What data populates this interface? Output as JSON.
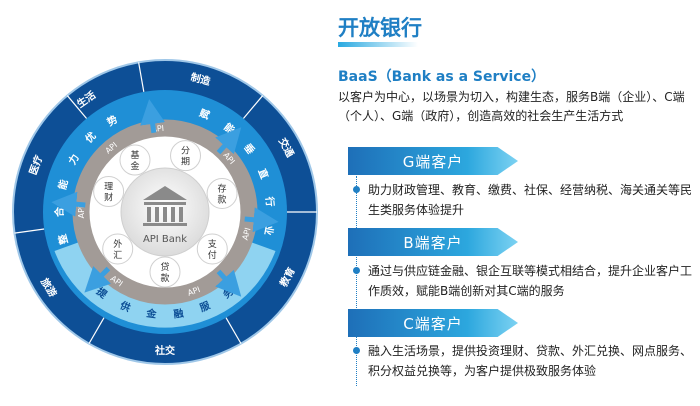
{
  "title": "开放银行",
  "subtitle": "BaaS（Bank as a Service）",
  "intro": "以客户为中心，以场景为切入，构建生态，服务B端（企业）、C端（个人）、G端（政府），创造高效的社会生产生活方式",
  "sections": [
    {
      "heading": "G端客户",
      "text": "助力财政管理、教育、缴费、社保、经营纳税、海关通关等民生类服务体验提升"
    },
    {
      "heading": "B端客户",
      "text": "通过与供应链金融、银企互联等模式相结合，提升企业客户工作质效，赋能B端创新对其C端的服务"
    },
    {
      "heading": "C端客户",
      "text": "融入生活场景，提供投资理财、贷款、外汇兑换、网点服务、积分权益兑换等，为客户提供极致服务体验"
    }
  ],
  "diagram": {
    "center_label": "API Bank",
    "api_label": "API",
    "services": [
      "基金",
      "分期",
      "存款",
      "支付",
      "贷款",
      "外汇",
      "理财"
    ],
    "band_inner_left": "整合能力优势",
    "band_inner_right": "赋能垂直行业",
    "band_bottom": "提供金融服务",
    "scenarios": [
      "生活",
      "制造",
      "交通",
      "教育",
      "社交",
      "旅游",
      "医疗"
    ]
  },
  "colors": {
    "dark_blue": "#0d4f96",
    "mid_blue": "#1f8fd6",
    "light_blue": "#8fd3f1",
    "gray_ring": "#a29b97",
    "accent": "#1f7fc4"
  }
}
